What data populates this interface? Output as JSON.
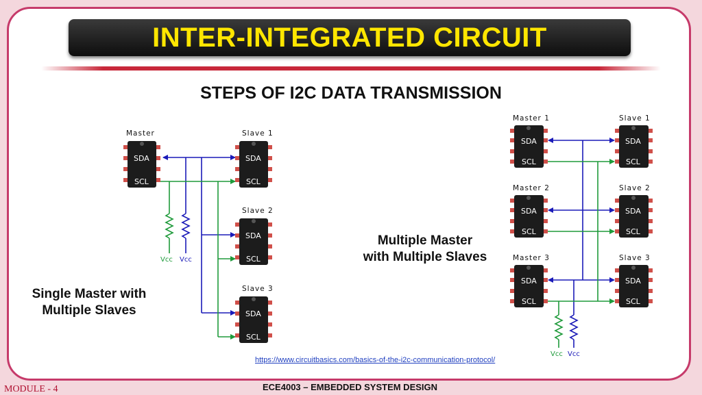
{
  "header": {
    "title": "INTER-INTEGRATED CIRCUIT"
  },
  "subtitle": "STEPS OF I2C DATA TRANSMISSION",
  "left_diagram": {
    "caption_line1": "Single Master with",
    "caption_line2": "Multiple Slaves",
    "master_label": "Master",
    "slave_labels": [
      "Slave 1",
      "Slave 2",
      "Slave 3"
    ],
    "pin_sda": "SDA",
    "pin_scl": "SCL",
    "vcc": "Vcc"
  },
  "right_diagram": {
    "caption_line1": "Multiple Master",
    "caption_line2": "with Multiple Slaves",
    "master_labels": [
      "Master 1",
      "Master 2",
      "Master 3"
    ],
    "slave_labels": [
      "Slave 1",
      "Slave 2",
      "Slave 3"
    ],
    "pin_sda": "SDA",
    "pin_scl": "SCL",
    "vcc": "Vcc"
  },
  "source_url": "https://www.circuitbasics.com/basics-of-the-i2c-communication-protocol/",
  "footer": {
    "module": "MODULE - 4",
    "course": "ECE4003 – EMBEDDED SYSTEM DESIGN"
  },
  "colors": {
    "sda": "#1a1ab8",
    "scl": "#1e9a3a",
    "chip": "#1c1c1c",
    "pin": "#d0504a",
    "title_text": "#ffe600",
    "frame": "#c63a6a"
  }
}
